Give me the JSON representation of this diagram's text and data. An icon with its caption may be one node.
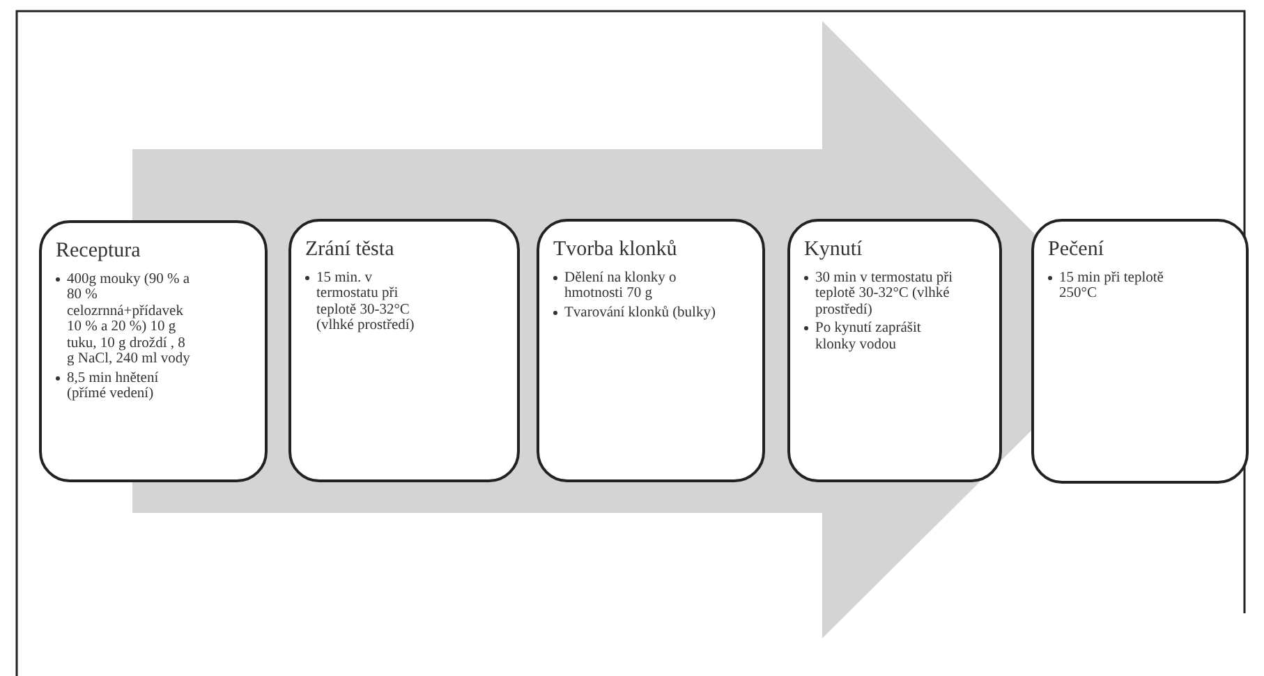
{
  "diagram": {
    "nodes": [
      {
        "text": [
          "Receptura",
          "400g mouky (90 % a 80 % celozrnná+přídavek 10 % a 20 %) 10 g tuku, 10 g droždí , 8 g NaCl, 240 ml vody",
          "8,5 min hnětení (přímé vedení)"
        ]
      },
      {
        "text": [
          "Zrání těsta",
          "15 min. v termostatu při teplotě 30-32°C (vlhké prostředí)"
        ]
      },
      {
        "text": [
          "Tvorba klonků",
          "Dělení na klonky o hmotnosti 70 g",
          "Tvarování klonků (bulky)"
        ]
      },
      {
        "text": [
          "Kynutí",
          "30 min v termostatu při teplotě 30-32°C (vlhké prostředí)",
          "Po kynutí zaprášit klonky vodou"
        ]
      },
      {
        "text": [
          "Pečení",
          "15 min při teplotě 250°C"
        ]
      }
    ],
    "edges": [
      {
        "from": 0,
        "to": 4,
        "arrow": "to",
        "style": "thick"
      }
    ]
  }
}
